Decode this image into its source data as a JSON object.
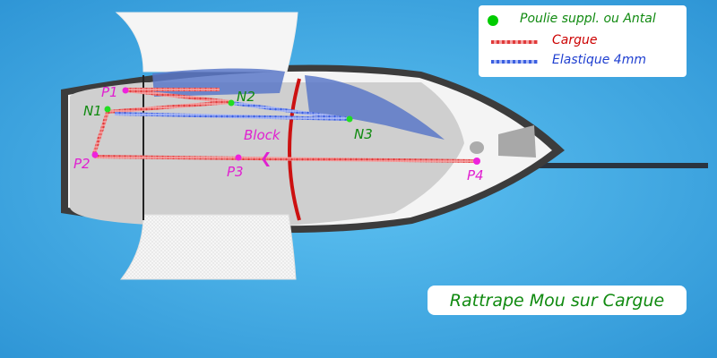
{
  "legend": {
    "items": [
      {
        "label": "Poulie suppl. ou Antal",
        "color": "#00cc00",
        "symbol": "dot"
      },
      {
        "label": "Cargue",
        "color": "#cc0000",
        "symbol": "rope"
      },
      {
        "label": "Elastique 4mm",
        "color": "#1f3fd0",
        "symbol": "rope"
      }
    ]
  },
  "title": "Rattrape Mou sur Cargue",
  "points": {
    "P1": "P1",
    "P2": "P2",
    "P3": "P3",
    "P4": "P4",
    "N1": "N1",
    "N2": "N2",
    "N3": "N3"
  },
  "block_label": "Block",
  "block_symbol": "❮",
  "colors": {
    "background": "#3aa6e0",
    "pulley_green": "#22dd22",
    "point_magenta": "#ee22dd",
    "label_magenta": "#e020d0",
    "label_green": "#108a10",
    "cargue_red": "#e04040",
    "elastique_blue": "#3b5fe0",
    "mast_red": "#cc1111"
  }
}
